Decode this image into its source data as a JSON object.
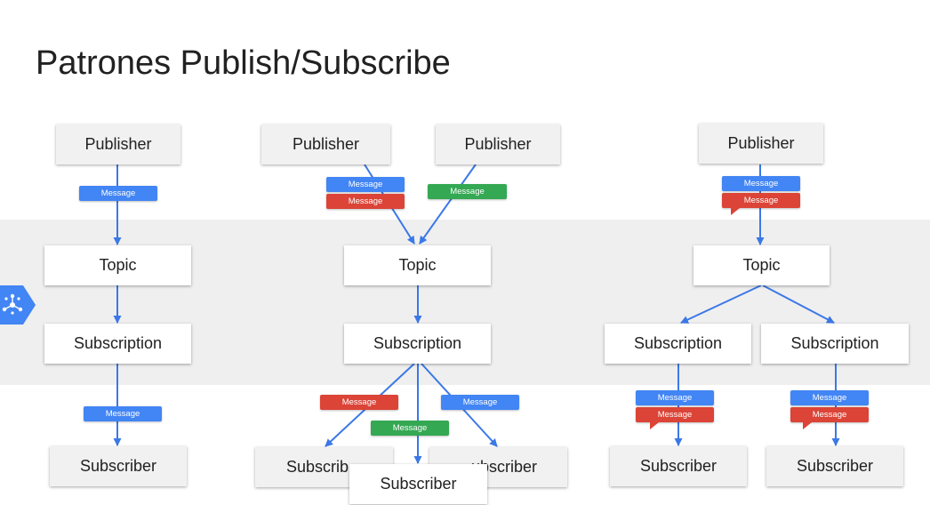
{
  "title": "Patrones Publish/Subscribe",
  "colors": {
    "band": "#efefef",
    "arrow": "#3b78e7",
    "blue": "#4285f4",
    "red": "#db4437",
    "green": "#34a853",
    "badge": "#4285f4"
  },
  "labels": {
    "publisher": "Publisher",
    "topic": "Topic",
    "subscription": "Subscription",
    "subscriber": "Subscriber",
    "subscriber_cut1": "Subscrib",
    "subscriber_cut2": "ubscriber",
    "message": "Message"
  },
  "badge_icon": "cloud-pubsub-icon"
}
